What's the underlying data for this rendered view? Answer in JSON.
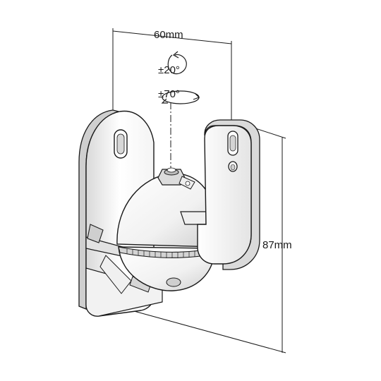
{
  "diagram": {
    "dimensions": {
      "width_label": "60mm",
      "height_label": "87mm"
    },
    "rotations": {
      "tilt_label": "±20°",
      "pan_label": "±70°"
    }
  },
  "colors": {
    "line": "#1a1a1a",
    "body_fill": "#ffffff",
    "shade": "#e6e6e6",
    "dark_shade": "#bdbdbd"
  }
}
